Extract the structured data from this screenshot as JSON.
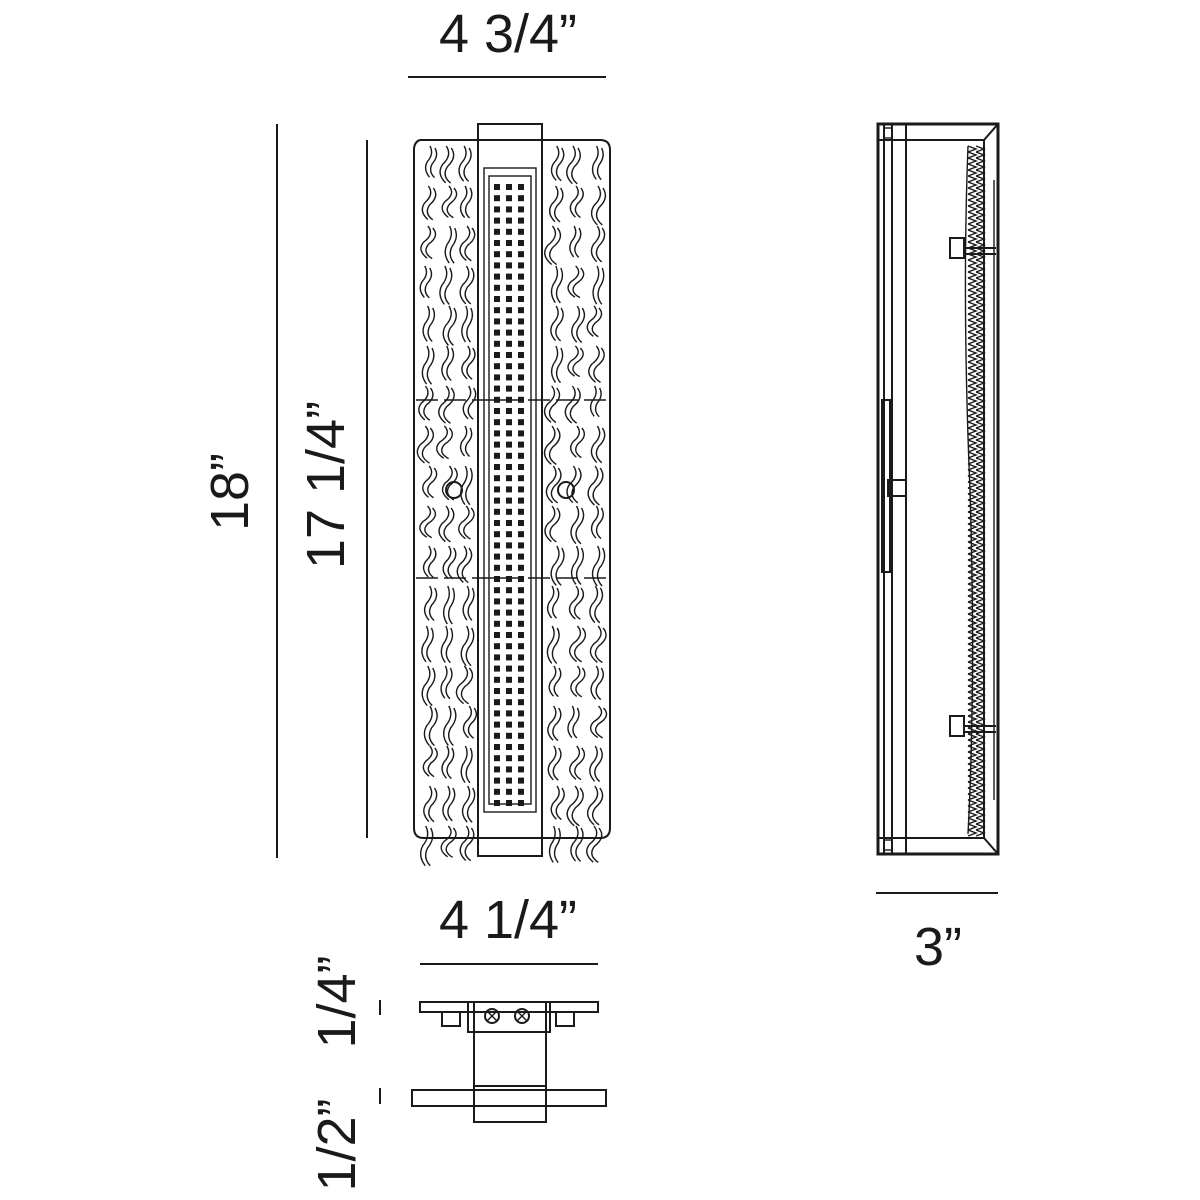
{
  "dimensions": {
    "top_width": "4 3/4”",
    "overall_height": "18”",
    "body_height": "17 1/4”",
    "backplate_width": "4 1/4”",
    "depth": "3”",
    "bracket_upper": "1/4”",
    "bracket_lower": "1/2”"
  }
}
